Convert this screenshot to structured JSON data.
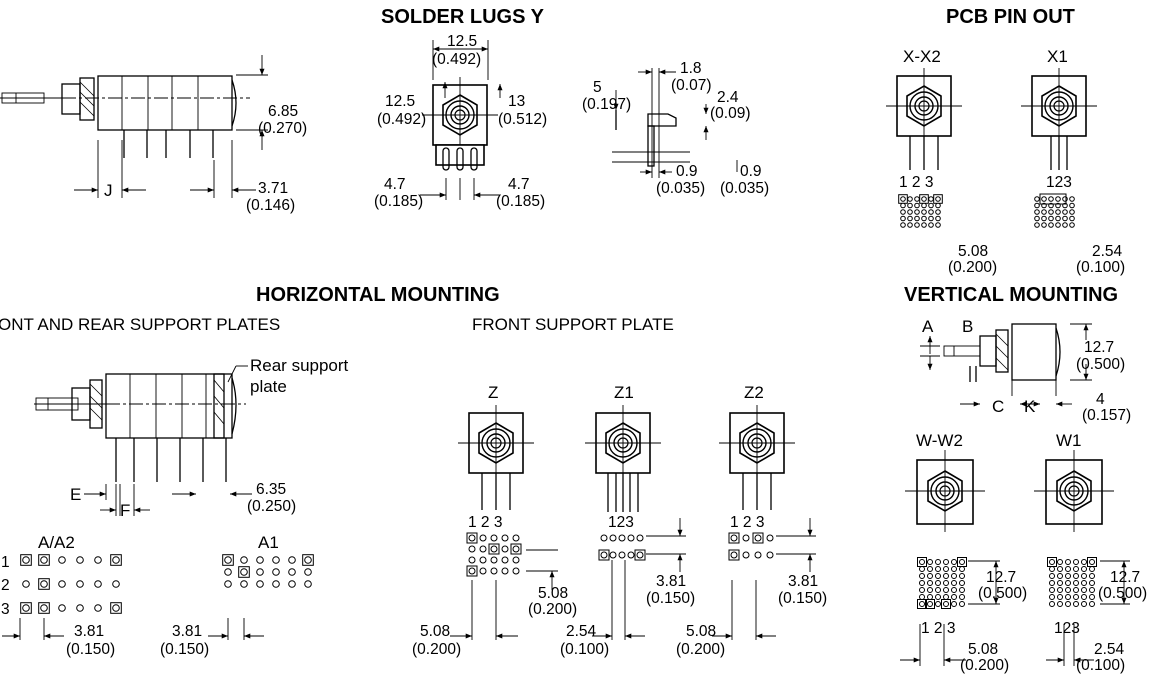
{
  "headings": {
    "solder_lugs": "SOLDER LUGS Y",
    "pcb_pin_out": "PCB PIN OUT",
    "horizontal": "HORIZONTAL MOUNTING",
    "vertical": "VERTICAL MOUNTING"
  },
  "subheadings": {
    "front_rear": "ONT AND REAR SUPPORT PLATES",
    "front": "FRONT SUPPORT PLATE"
  },
  "callouts": {
    "rear_support_1": "Rear support",
    "rear_support_2": "plate"
  },
  "labels": {
    "x_x2": "X-X2",
    "x1": "X1",
    "z": "Z",
    "z1": "Z1",
    "z2": "Z2",
    "a_a2": "A/A2",
    "a1": "A1",
    "w_w2": "W-W2",
    "w1": "W1",
    "j": "J",
    "e": "E",
    "f": "F",
    "a": "A",
    "b": "B",
    "c": "C",
    "k": "K",
    "pins_123_spaced": "1  2  3",
    "pins_123_tight": "123",
    "row_1": "1",
    "row_2": "2",
    "row_3": "3"
  },
  "dims": {
    "d6_85": "6.85",
    "d0_270": "(0.270)",
    "d3_71": "3.71",
    "d0_146": "(0.146)",
    "d12_5": "12.5",
    "d0_492": "(0.492)",
    "d13": "13",
    "d0_512": "(0.512)",
    "d4_7": "4.7",
    "d0_185": "(0.185)",
    "d5": "5",
    "d0_197": "(0.197)",
    "d1_8": "1.8",
    "d0_07": "(0.07)",
    "d2_4": "2.4",
    "d0_09": "(0.09)",
    "d0_9": "0.9",
    "d0_035": "(0.035)",
    "d5_08": "5.08",
    "d0_200": "(0.200)",
    "d2_54": "2.54",
    "d0_100": "(0.100)",
    "d6_35": "6.35",
    "d0_250": "(0.250)",
    "d3_81": "3.81",
    "d0_150": "(0.150)",
    "d12_7": "12.7",
    "d0_500": "(0.500)",
    "d4": "4",
    "d0_157": "(0.157)"
  }
}
